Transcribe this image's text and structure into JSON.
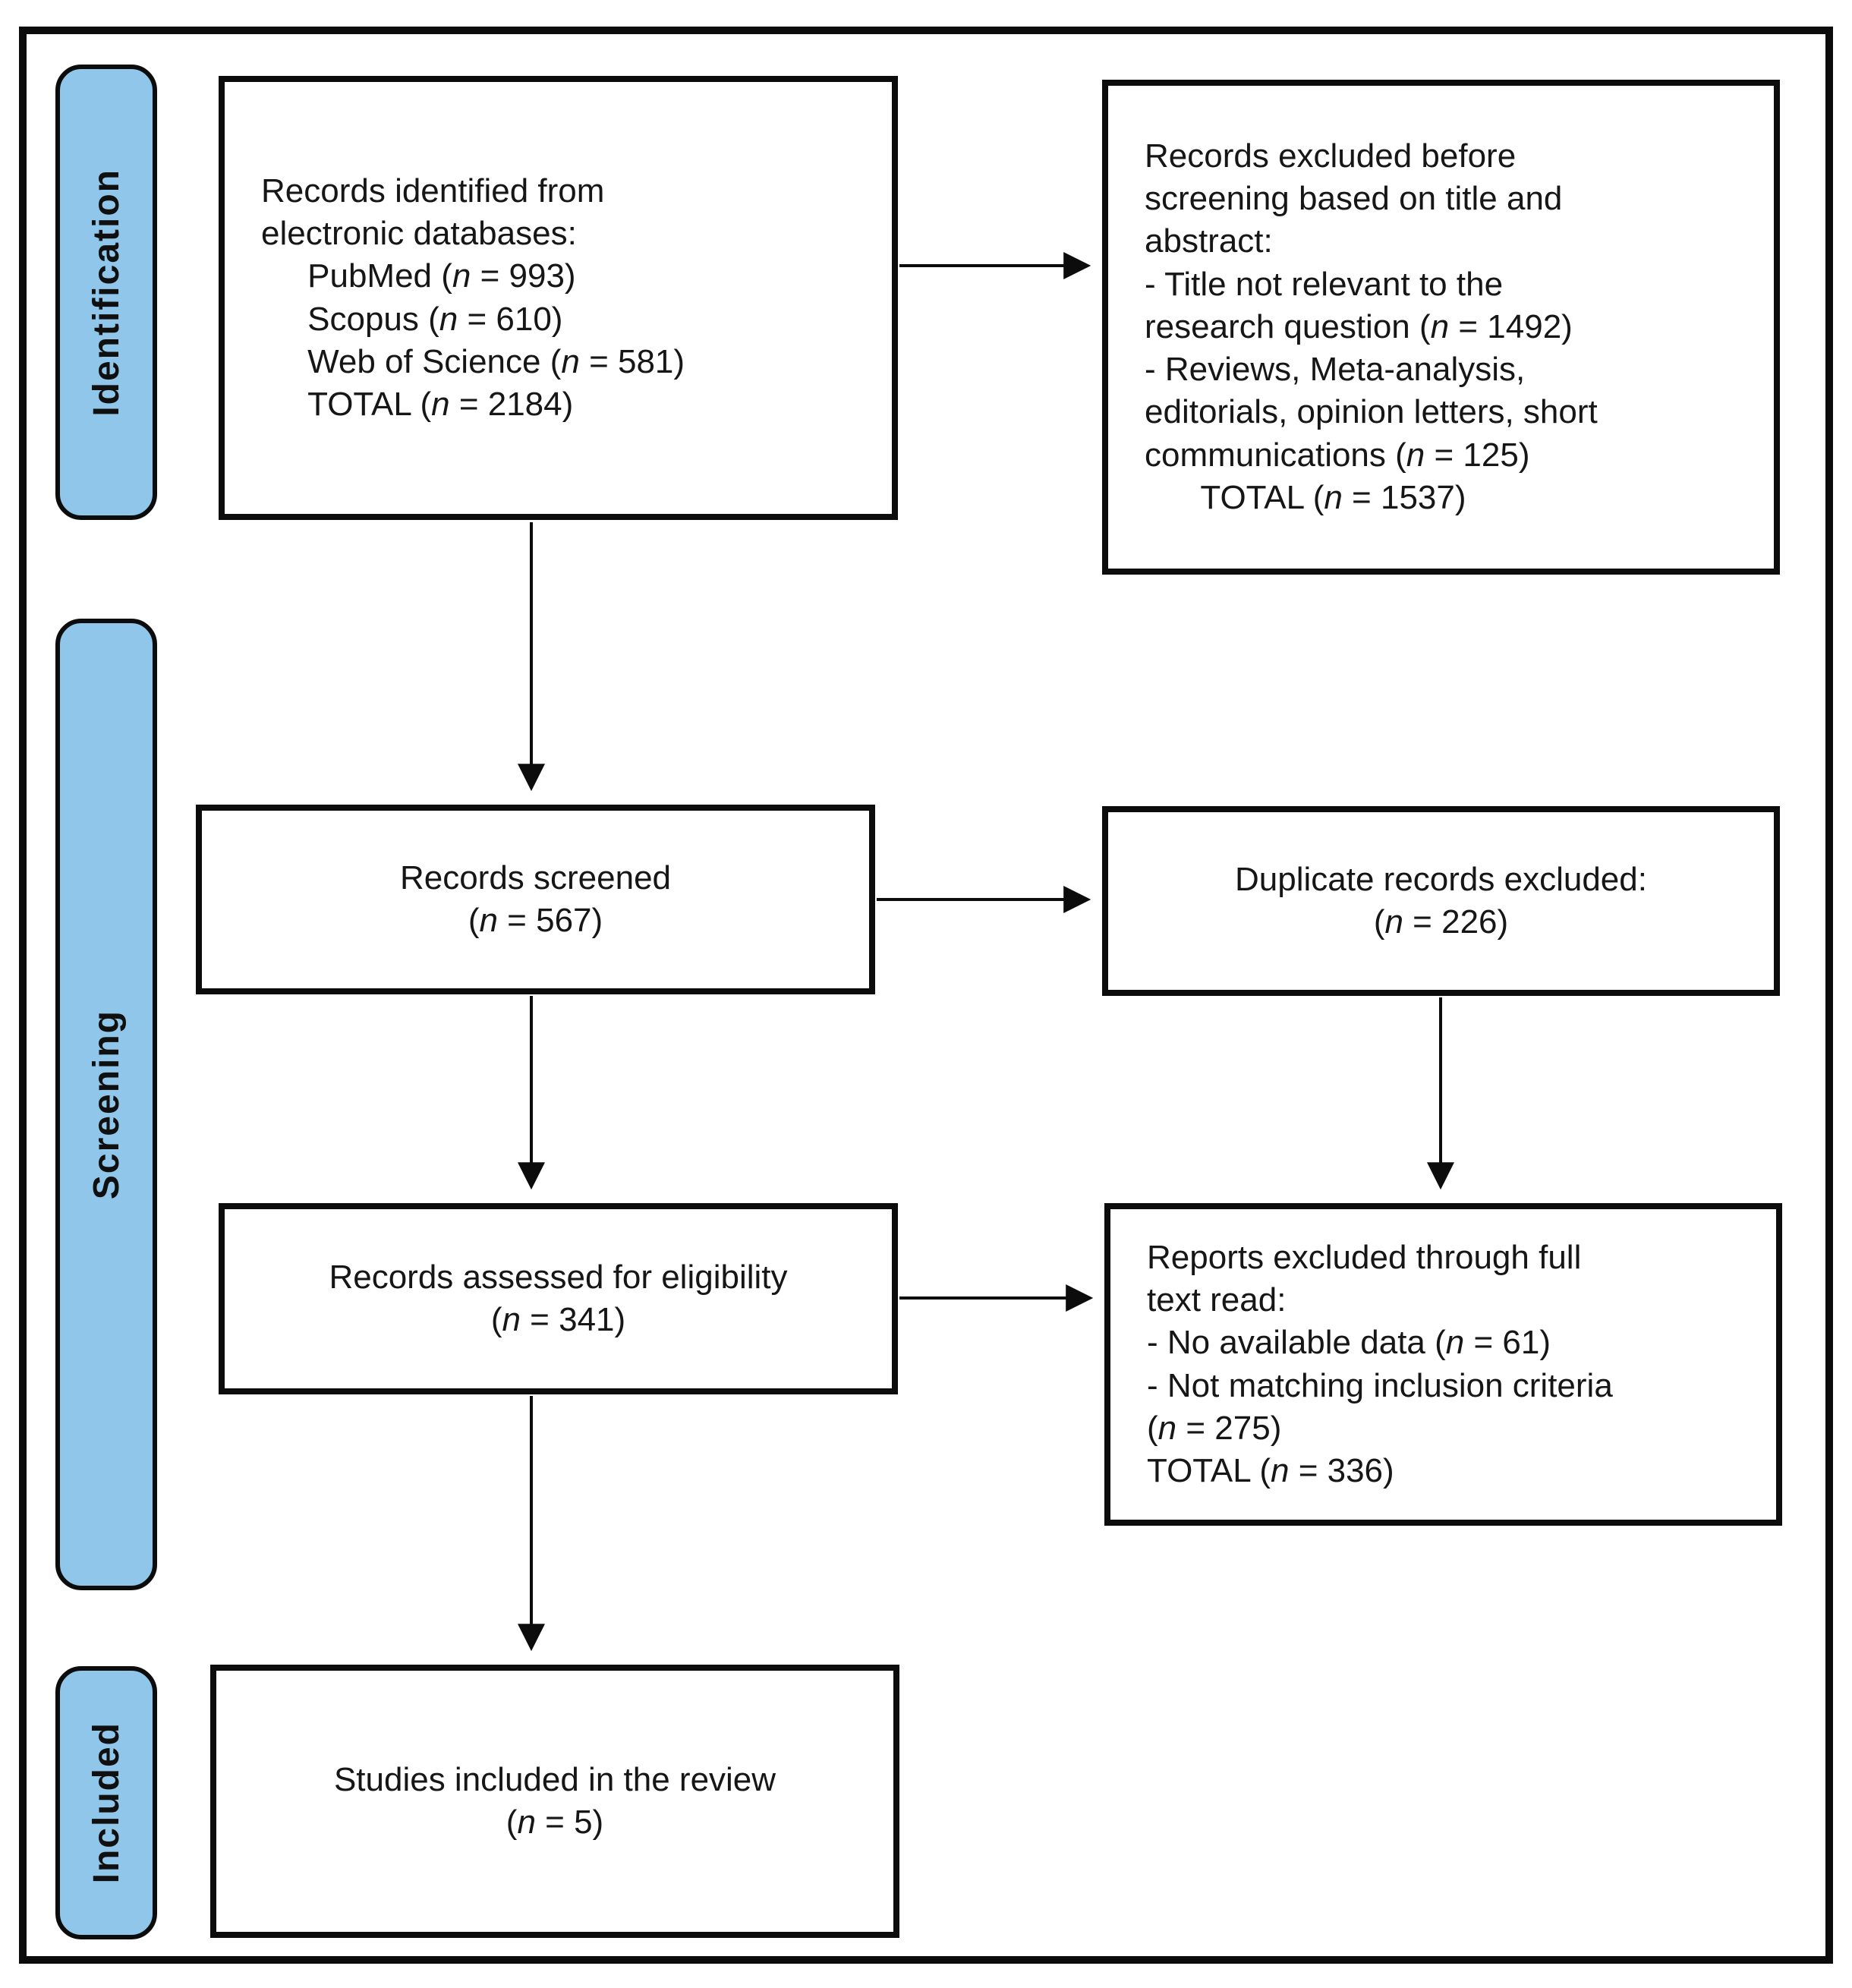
{
  "accent_blue": "#8FC6E9",
  "stages": {
    "identification": "Identification",
    "screening": "Screening",
    "included": "Included"
  },
  "boxes": {
    "records_identified": {
      "text": "Records identified from\nelectronic databases:\n     PubMed (n = 993)\n     Scopus (n = 610)\n     Web of Science (n = 581)\n     TOTAL (n = 2184)"
    },
    "records_excluded_before_screening": {
      "text": "Records excluded before\nscreening based on title and\nabstract:\n- Title not relevant to the\nresearch question (n = 1492)\n- Reviews, Meta-analysis,\neditorials, opinion letters, short\ncommunications (n = 125)\n      TOTAL (n = 1537)"
    },
    "records_screened": {
      "text": "Records screened\n(n = 567)"
    },
    "duplicates_excluded": {
      "text": "Duplicate records excluded:\n(n = 226)"
    },
    "records_assessed": {
      "text": "Records assessed for eligibility\n(n = 341)"
    },
    "reports_excluded_full_text": {
      "text": "Reports excluded through full\ntext read:\n- No available data (n = 61)\n- Not matching inclusion criteria\n(n = 275)\nTOTAL (n = 336)"
    },
    "studies_included": {
      "text": "Studies included in the review\n(n = 5)"
    }
  }
}
